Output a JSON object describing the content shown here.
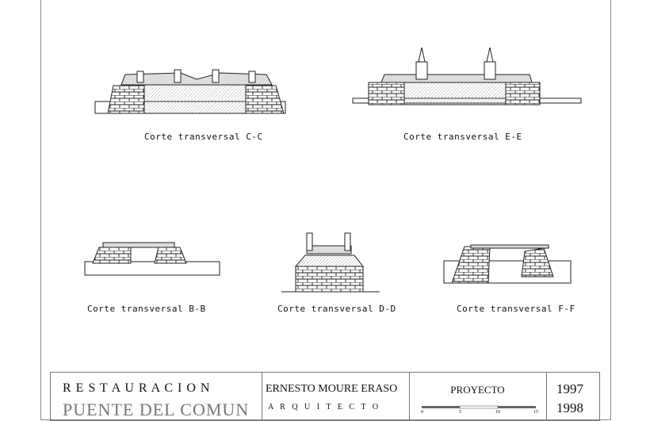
{
  "sections": [
    {
      "id": "cc",
      "caption": "Corte transversal C-C"
    },
    {
      "id": "ee",
      "caption": "Corte transversal E-E"
    },
    {
      "id": "bb",
      "caption": "Corte transversal B-B"
    },
    {
      "id": "dd",
      "caption": "Corte transversal D-D"
    },
    {
      "id": "ff",
      "caption": "Corte transversal F-F"
    }
  ],
  "title_block": {
    "title_line1": "R E S T A U R A C I O N",
    "title_line2": "PUENTE DEL COMUN",
    "author": "ERNESTO MOURE ERASO",
    "role": "A R Q U I T E C T O",
    "stage": "PROYECTO",
    "scale_labels": [
      "0",
      "5",
      "10",
      "15"
    ],
    "year1": "1997",
    "year2": "1998"
  }
}
